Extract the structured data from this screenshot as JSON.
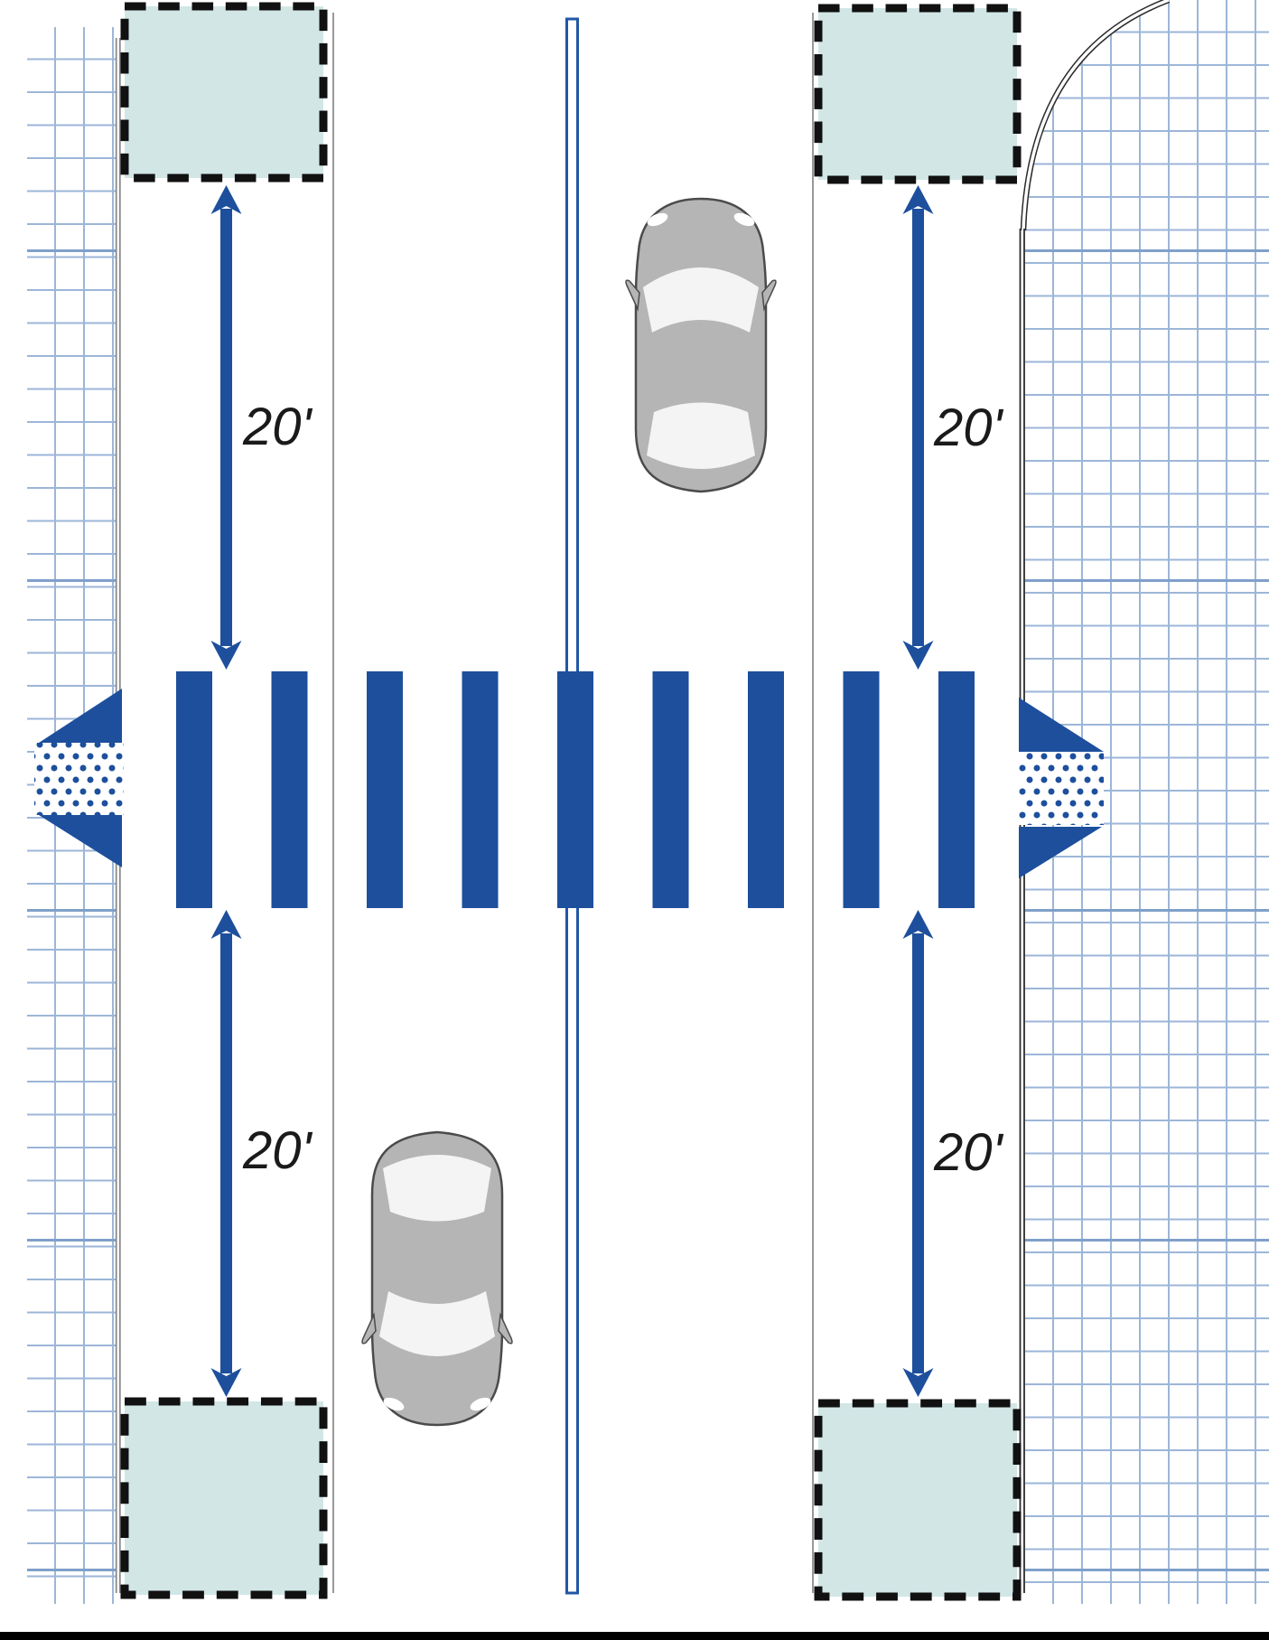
{
  "diagram": {
    "labels": {
      "top_left": "20'",
      "top_right": "20'",
      "bottom_left": "20'",
      "bottom_right": "20'"
    },
    "setback_feet": 20,
    "crosswalk": {
      "style": "continental",
      "bar_count": 9
    },
    "no_parking_zones": [
      "top-left",
      "top-right",
      "bottom-left",
      "bottom-right"
    ],
    "cars": [
      {
        "lane": "northbound",
        "heading": "up"
      },
      {
        "lane": "southbound",
        "heading": "down"
      }
    ],
    "colors": {
      "marking_blue": "#1d4f9c",
      "zone_fill": "#d2e6e6",
      "zone_border": "#111111",
      "grid_line": "#9cb6d8",
      "grid_major": "#7fa0ca",
      "lane_line": "#999999",
      "center_line": "#2157a6",
      "curb_gray": "#8a8a8a",
      "curb_dark": "#2b2b2b",
      "car_body": "#b5b5b5",
      "car_outline": "#4b4b4b",
      "car_glass": "#f4f4f4",
      "label_text": "#1a1a1a"
    }
  }
}
